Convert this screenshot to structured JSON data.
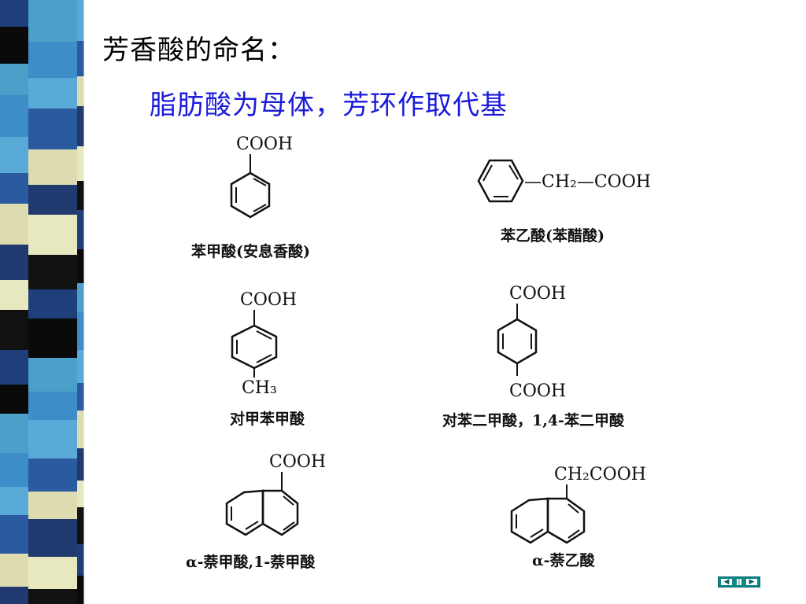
{
  "slide": {
    "title": "芳香酸的命名：",
    "subtitle": "脂肪酸为母体，芳环作取代基",
    "colors": {
      "title": "#000000",
      "subtitle": "#1b1bdc"
    }
  },
  "molecules": [
    {
      "id": "benzoic",
      "labels": [
        "COOH"
      ],
      "caption": "苯甲酸(安息香酸)"
    },
    {
      "id": "phenylacetic",
      "labels": [
        "—CH₂—COOH"
      ],
      "caption": "苯乙酸(苯醋酸)"
    },
    {
      "id": "p-toluic",
      "labels": [
        "COOH",
        "CH₃"
      ],
      "caption": "对甲苯甲酸"
    },
    {
      "id": "terephthalic",
      "labels": [
        "COOH",
        "COOH"
      ],
      "caption": "对苯二甲酸，1,4-苯二甲酸"
    },
    {
      "id": "1-naphthoic",
      "labels": [
        "COOH"
      ],
      "caption": "α-萘甲酸,1-萘甲酸"
    },
    {
      "id": "1-naphthylacetic",
      "labels": [
        "CH₂COOH"
      ],
      "caption": "α-萘乙酸"
    }
  ],
  "nav": {
    "prev_icon": "prev-arrow-icon",
    "next_icon": "next-arrow-icon",
    "prev_glyph": "◀",
    "next_glyph": "▶",
    "mid_glyph": "|"
  }
}
